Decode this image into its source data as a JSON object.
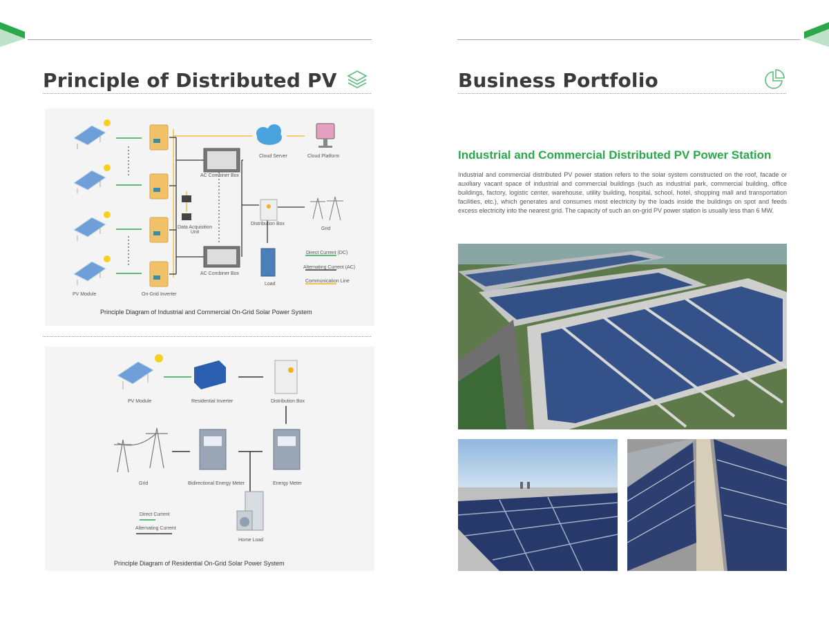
{
  "left_page": {
    "title": "Principle of Distributed PV",
    "icon": "layers-icon",
    "diagram1": {
      "caption": "Principle Diagram of Industrial and Commercial On-Grid Solar Power System",
      "labels": {
        "pv_module": "PV Module",
        "inverter": "On-Grid Inverter",
        "combiner_top": "AC Combiner Box",
        "combiner_bottom": "AC Combiner Box",
        "data_unit": "Data Acquisition\nUnit",
        "cloud_server": "Cloud Server",
        "cloud_platform": "Cloud Platform",
        "distribution_box": "Distribution Box",
        "grid": "Grid",
        "load": "Load"
      },
      "legend": [
        "Direct Current (DC)",
        "Alternating Current (AC)",
        "Communication Line"
      ]
    },
    "diagram2": {
      "caption": "Principle Diagram of Residential On-Grid Solar Power System",
      "labels": {
        "pv_module": "PV Module",
        "inverter": "Residential Inverter",
        "distribution_box": "Distribution Box",
        "grid": "Grid",
        "bidirectional_meter": "Bidirectional Energy Meter",
        "energy_meter": "Energy Meter",
        "home_load": "Home Load"
      },
      "legend": [
        "Direct Current",
        "Alternating Current"
      ]
    }
  },
  "right_page": {
    "title": "Business Portfolio",
    "icon": "pie-chart-icon",
    "subtitle": "Industrial and Commercial Distributed PV Power Station",
    "paragraph": "Industrial and commercial distributed PV power station refers to the solar system constructed on the roof, facade or auxiliary vacant space of industrial and commercial buildings (such as industrial park, commercial building, office buildings, factory, logistic center, warehouse, utility building, hospital, school, hotel, shopping mall and transportation facilities, etc.), which generates and consumes most electricity by the loads inside the buildings on spot and feeds excess electricity into the nearest grid. The capacity of such an on-grid PV power station is usually less than 6 MW."
  },
  "colors": {
    "accent_green": "#2aa84a",
    "dc_line": "#2aa84a",
    "ac_line": "#333333",
    "comm_line": "#f2b01e",
    "panel_bg": "#f4f4f4"
  }
}
